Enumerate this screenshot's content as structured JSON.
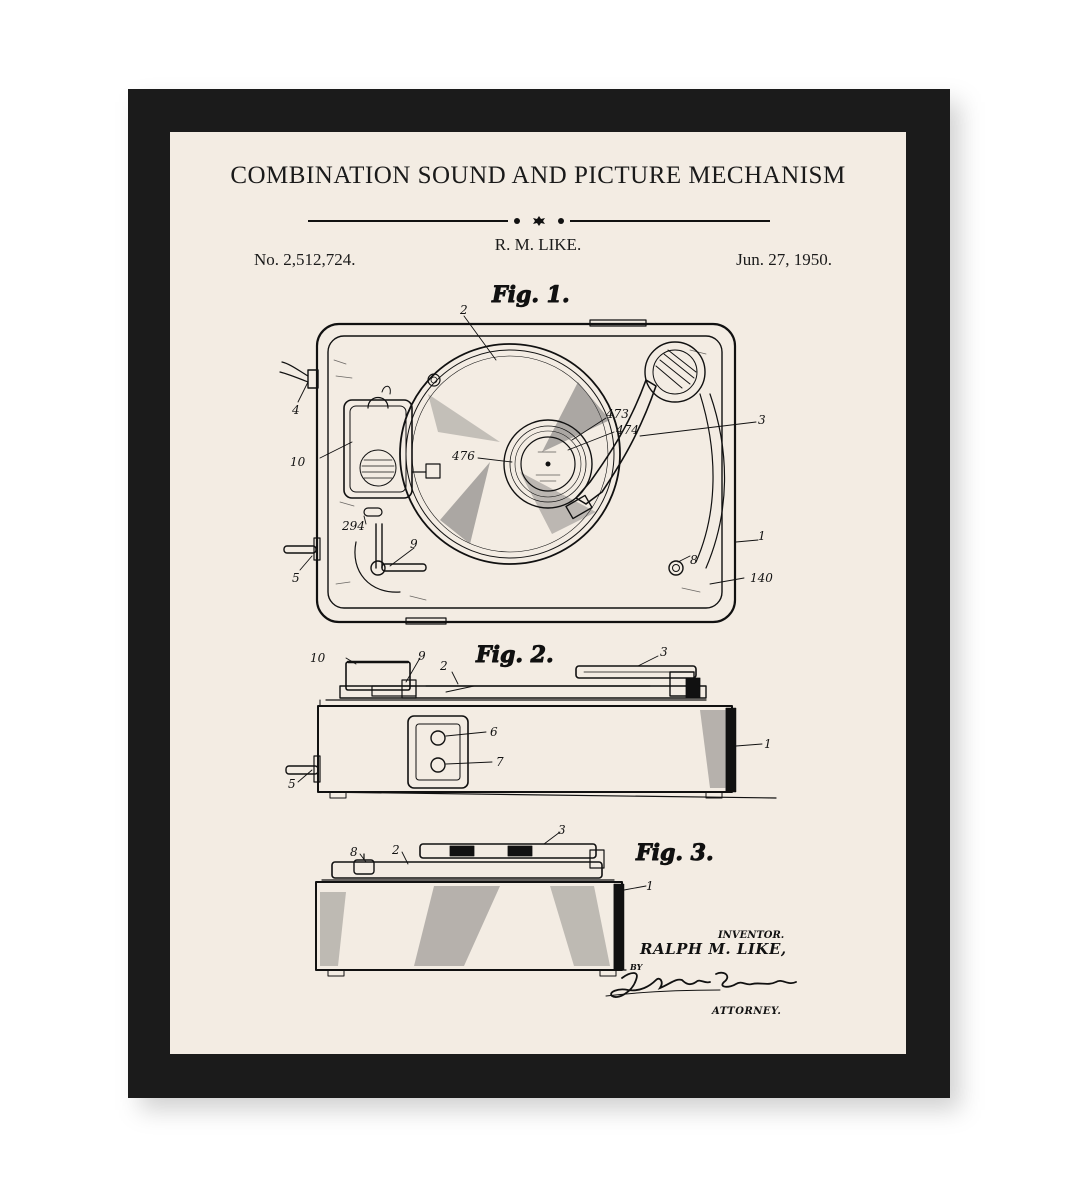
{
  "poster": {
    "title": "COMBINATION SOUND AND PICTURE MECHANISM",
    "inventor_short": "R. M. LIKE.",
    "patent_number": "No. 2,512,724.",
    "patent_date": "Jun. 27, 1950."
  },
  "figures": [
    {
      "label": "Fig. 1."
    },
    {
      "label": "Fig. 2."
    },
    {
      "label": "Fig. 3."
    }
  ],
  "references": {
    "fig1": [
      "2",
      "3",
      "4",
      "10",
      "473",
      "474",
      "476",
      "294",
      "9",
      "5",
      "8",
      "1",
      "140"
    ],
    "fig2": [
      "10",
      "9",
      "2",
      "3",
      "6",
      "7",
      "1",
      "5"
    ],
    "fig3": [
      "8",
      "2",
      "3",
      "1"
    ]
  },
  "signature_block": {
    "heading": "INVENTOR.",
    "name": "RALPH M. LIKE,",
    "by": "BY",
    "role": "ATTORNEY."
  },
  "colors": {
    "frame": "#1b1b1b",
    "paper": "#f3ece3",
    "ink": "#111111"
  }
}
